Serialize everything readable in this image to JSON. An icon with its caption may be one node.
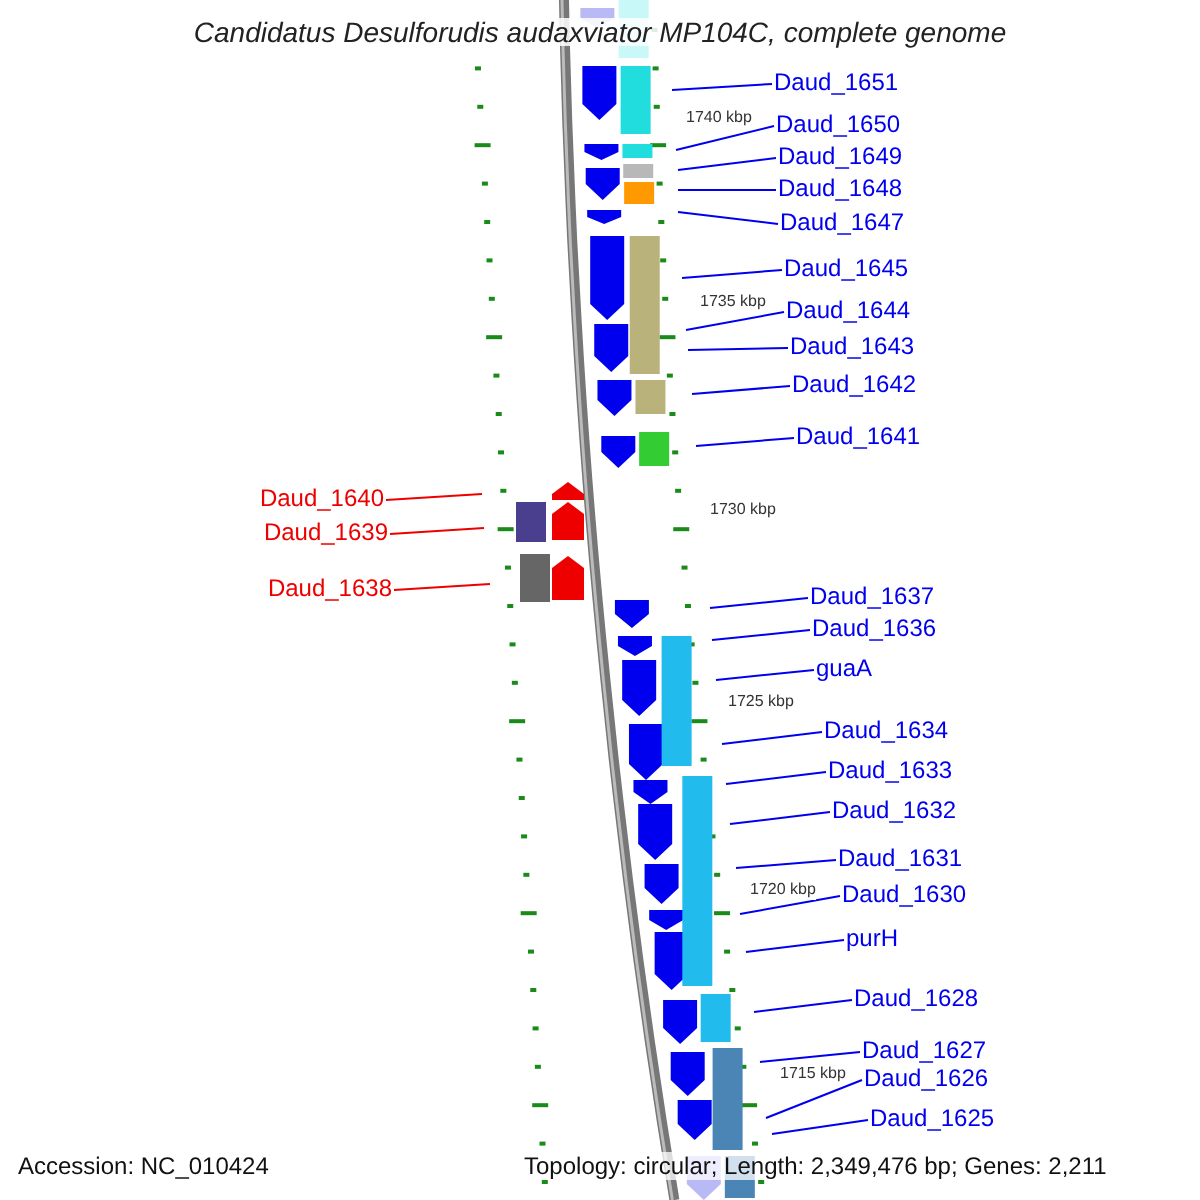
{
  "diagram": {
    "title": "Candidatus Desulforudis audaxviator MP104C, complete genome",
    "nodes": [
      {
        "text": [
          "Daud_1651"
        ]
      },
      {
        "text": [
          "Daud_1650"
        ]
      },
      {
        "text": [
          "Daud_1649"
        ]
      },
      {
        "text": [
          "Daud_1648"
        ]
      },
      {
        "text": [
          "Daud_1647"
        ]
      },
      {
        "text": [
          "Daud_1645"
        ]
      },
      {
        "text": [
          "Daud_1644"
        ]
      },
      {
        "text": [
          "Daud_1643"
        ]
      },
      {
        "text": [
          "Daud_1642"
        ]
      },
      {
        "text": [
          "Daud_1641"
        ]
      },
      {
        "text": [
          "Daud_1640"
        ]
      },
      {
        "text": [
          "Daud_1639"
        ]
      },
      {
        "text": [
          "Daud_1638"
        ]
      },
      {
        "text": [
          "Daud_1637"
        ]
      },
      {
        "text": [
          "Daud_1636"
        ]
      },
      {
        "text": [
          "guaA"
        ]
      },
      {
        "text": [
          "Daud_1634"
        ]
      },
      {
        "text": [
          "Daud_1633"
        ]
      },
      {
        "text": [
          "Daud_1632"
        ]
      },
      {
        "text": [
          "Daud_1631"
        ]
      },
      {
        "text": [
          "Daud_1630"
        ]
      },
      {
        "text": [
          "purH"
        ]
      },
      {
        "text": [
          "Daud_1628"
        ]
      },
      {
        "text": [
          "Daud_1627"
        ]
      },
      {
        "text": [
          "Daud_1626"
        ]
      },
      {
        "text": [
          "Daud_1625"
        ]
      }
    ],
    "edges": [
      {
        "from": 0,
        "to": null,
        "arrow": "none"
      },
      {
        "from": 1,
        "to": null,
        "arrow": "none"
      },
      {
        "from": 2,
        "to": null,
        "arrow": "none"
      },
      {
        "from": 3,
        "to": null,
        "arrow": "none"
      },
      {
        "from": 4,
        "to": null,
        "arrow": "none"
      },
      {
        "from": 5,
        "to": null,
        "arrow": "none"
      },
      {
        "from": 6,
        "to": null,
        "arrow": "none"
      },
      {
        "from": 7,
        "to": null,
        "arrow": "none"
      },
      {
        "from": 8,
        "to": null,
        "arrow": "none"
      },
      {
        "from": 9,
        "to": null,
        "arrow": "none"
      },
      {
        "from": 10,
        "to": null,
        "arrow": "none",
        "color": "#ee0000"
      },
      {
        "from": 11,
        "to": null,
        "arrow": "none",
        "color": "#ee0000"
      },
      {
        "from": 12,
        "to": null,
        "arrow": "none",
        "color": "#ee0000"
      },
      {
        "from": 13,
        "to": null,
        "arrow": "none"
      },
      {
        "from": 14,
        "to": null,
        "arrow": "none"
      },
      {
        "from": 15,
        "to": null,
        "arrow": "none"
      },
      {
        "from": 16,
        "to": null,
        "arrow": "none"
      },
      {
        "from": 17,
        "to": null,
        "arrow": "none"
      },
      {
        "from": 18,
        "to": null,
        "arrow": "none"
      },
      {
        "from": 19,
        "to": null,
        "arrow": "none"
      },
      {
        "from": 20,
        "to": null,
        "arrow": "none"
      },
      {
        "from": 21,
        "to": null,
        "arrow": "none"
      },
      {
        "from": 22,
        "to": null,
        "arrow": "none"
      },
      {
        "from": 23,
        "to": null,
        "arrow": "none"
      },
      {
        "from": 24,
        "to": null,
        "arrow": "none"
      },
      {
        "from": 25,
        "to": null,
        "arrow": "none"
      }
    ],
    "labels": [
      "1740 kbp",
      "1735 kbp",
      "1730 kbp",
      "1725 kbp",
      "1720 kbp",
      "1715 kbp",
      "Accession: NC_010424",
      "Topology: circular; Length: 2,349,476 bp; Genes: 2,211"
    ]
  }
}
